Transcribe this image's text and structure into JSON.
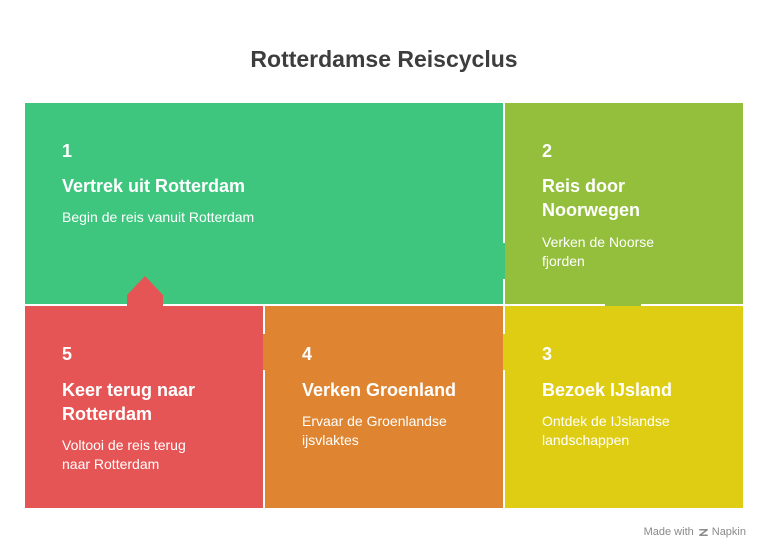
{
  "title": "Rotterdamse Reiscyclus",
  "colors": {
    "step1": "#3ec67f",
    "step2": "#93bf3c",
    "step3": "#dfcd14",
    "step4": "#df8430",
    "step5": "#e65555",
    "title": "#3d3d3d",
    "text": "#ffffff"
  },
  "steps": [
    {
      "number": "1",
      "heading": "Vertrek uit Rotterdam",
      "description": "Begin de reis vanuit Rotterdam"
    },
    {
      "number": "2",
      "heading_line1": "Reis door",
      "heading_line2": "Noorwegen",
      "description_line1": "Verken de Noorse",
      "description_line2": "fjorden"
    },
    {
      "number": "3",
      "heading": "Bezoek IJsland",
      "description_line1": "Ontdek de IJslandse",
      "description_line2": "landschappen"
    },
    {
      "number": "4",
      "heading": "Verken Groenland",
      "description_line1": "Ervaar de Groenlandse",
      "description_line2": "ijsvlaktes"
    },
    {
      "number": "5",
      "heading_line1": "Keer terug naar",
      "heading_line2": "Rotterdam",
      "description_line1": "Voltooi de reis terug",
      "description_line2": "naar Rotterdam"
    }
  ],
  "footer": {
    "made_with": "Made with",
    "brand": "Napkin",
    "icon": "napkin-logo-icon"
  }
}
